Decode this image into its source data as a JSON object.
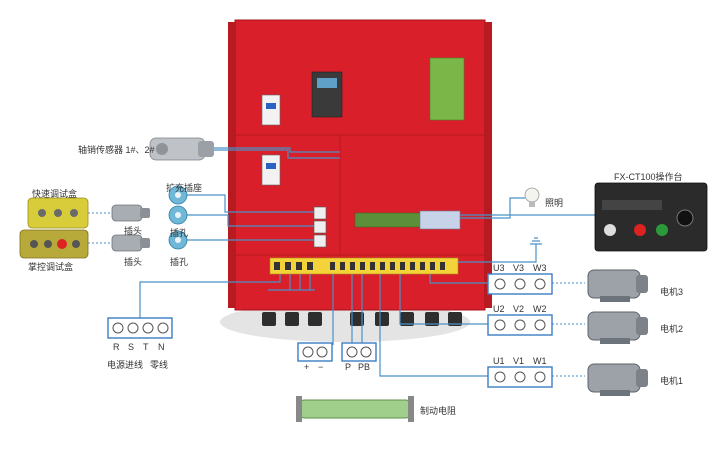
{
  "labels": {
    "axle_sensor": "轴销传感器 1#、2#",
    "pendant_1": "快速调试盒",
    "pendant_2": "掌控调试盒",
    "plug_label_top": "插头",
    "plug_label_bottom": "插头",
    "socket_label_top": "插孔",
    "socket_label_bottom": "插孔",
    "extension_socket": "扩充插座",
    "lighting": "照明",
    "operator_console": "FX-CT100操作台",
    "motor_3": "电机3",
    "motor_2": "电机2",
    "motor_1": "电机1",
    "power_input": "电源进线",
    "ground_line": "零线",
    "brake_resistor": "制动电阻"
  },
  "terminals": {
    "rstn": [
      "R",
      "S",
      "T",
      "N"
    ],
    "dc": [
      "+",
      "−"
    ],
    "brake": [
      "P",
      "PB"
    ],
    "m3": [
      "U3",
      "V3",
      "W3"
    ],
    "m2": [
      "U2",
      "V2",
      "W2"
    ],
    "m1": [
      "U1",
      "V1",
      "W1"
    ]
  },
  "colors": {
    "cabinet_red": "#d9202a",
    "wire_blue": "#4a90c8",
    "terminal_blue": "#3b7dc4",
    "board_green": "#7ab648"
  },
  "icons": {
    "ground": "ground-symbol-icon",
    "bulb": "light-bulb-icon"
  }
}
